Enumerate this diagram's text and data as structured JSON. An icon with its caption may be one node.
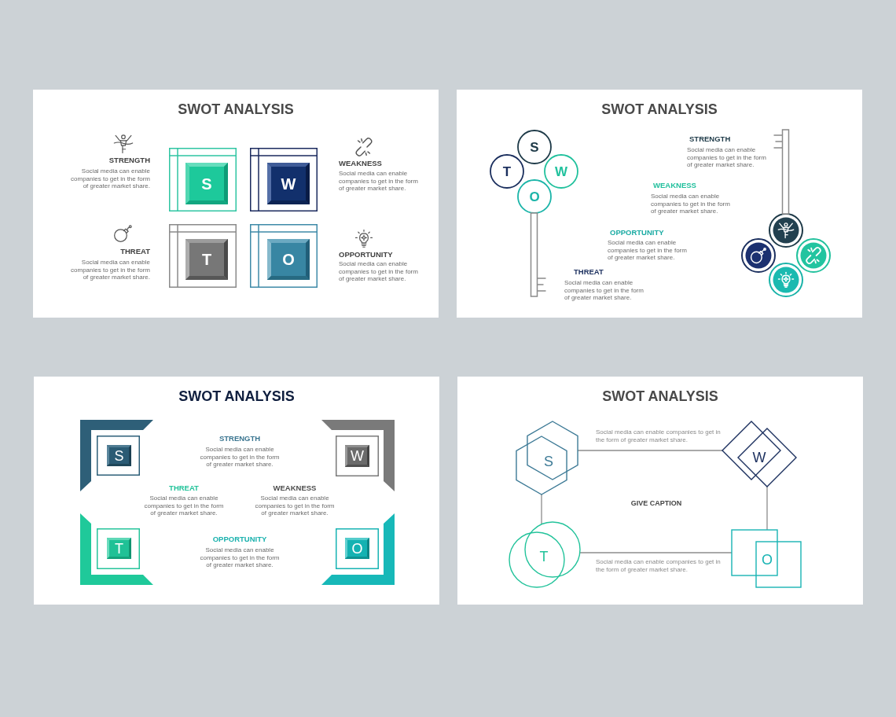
{
  "diagram": {
    "nodes": [
      {
        "text": [
          "SWOT ANALYSIS"
        ]
      },
      {
        "text": [
          "S"
        ],
        "in": 0,
        "beside": [
          "STRENGTH",
          "Social media can enable companies to get in the form of greater market share."
        ]
      },
      {
        "text": [
          "W"
        ],
        "in": 0,
        "beside": [
          "WEAKNESS",
          "Social media can enable companies to get in the form of greater market share."
        ]
      },
      {
        "text": [
          "T"
        ],
        "in": 0,
        "beside": [
          "THREAT",
          "Social media can enable companies to get in the form of greater market share."
        ]
      },
      {
        "text": [
          "O"
        ],
        "in": 0,
        "beside": [
          "OPPORTUNITY",
          "Social media can enable companies to get in the form of greater market share."
        ]
      },
      {
        "text": [
          "SWOT ANALYSIS"
        ]
      },
      {
        "text": [
          "S"
        ],
        "in": 5
      },
      {
        "text": [
          "T"
        ],
        "in": 5
      },
      {
        "text": [
          "W"
        ],
        "in": 5
      },
      {
        "text": [
          "O"
        ],
        "in": 5
      },
      {
        "text": [],
        "shape": "circle",
        "in": 5
      },
      {
        "text": [],
        "shape": "circle",
        "in": 5
      },
      {
        "text": [],
        "shape": "circle",
        "in": 5
      },
      {
        "text": [],
        "shape": "circle",
        "in": 5
      },
      {
        "text": [
          "SWOT ANALYSIS"
        ]
      },
      {
        "text": [
          "S"
        ],
        "in": 14
      },
      {
        "text": [
          "W"
        ],
        "in": 14
      },
      {
        "text": [
          "T"
        ],
        "in": 14
      },
      {
        "text": [
          "O"
        ],
        "in": 14
      },
      {
        "text": [
          "SWOT ANALYSIS"
        ]
      },
      {
        "text": [
          "S"
        ],
        "in": 19
      },
      {
        "text": [
          "W"
        ],
        "in": 19
      },
      {
        "text": [
          "T"
        ],
        "in": 19
      },
      {
        "text": [
          "O"
        ],
        "in": 19
      }
    ],
    "edges": [
      {
        "from": 20,
        "to": 21,
        "arrow": "none"
      },
      {
        "from": 20,
        "to": 22,
        "arrow": "none"
      },
      {
        "from": 21,
        "to": 23,
        "arrow": "none"
      },
      {
        "from": 22,
        "to": 23,
        "arrow": "none"
      }
    ],
    "labels": [
      "STRENGTH",
      "Social media can enable companies to get in the form of greater market share.",
      "WEAKNESS",
      "Social media can enable companies to get in the form of greater market share.",
      "OPPORTUNITY",
      "Social media can enable companies to get in the form of greater market share.",
      "THREAT",
      "Social media can enable companies to get in the form of greater market share.",
      "STRENGTH",
      "Social media can enable companies to get in the form of greater market share.",
      "THREAT",
      "Social media can enable companies to get in the form of greater market share.",
      "WEAKNESS",
      "Social media can enable companies to get in the form of greater market share.",
      "OPPORTUNITY",
      "Social media can enable companies to get in the form of greater market share.",
      "Social media can enable companies to get in the form of greater market share.",
      "GIVE CAPTION",
      "Social media can enable companies to get in the form of greater market share."
    ]
  }
}
